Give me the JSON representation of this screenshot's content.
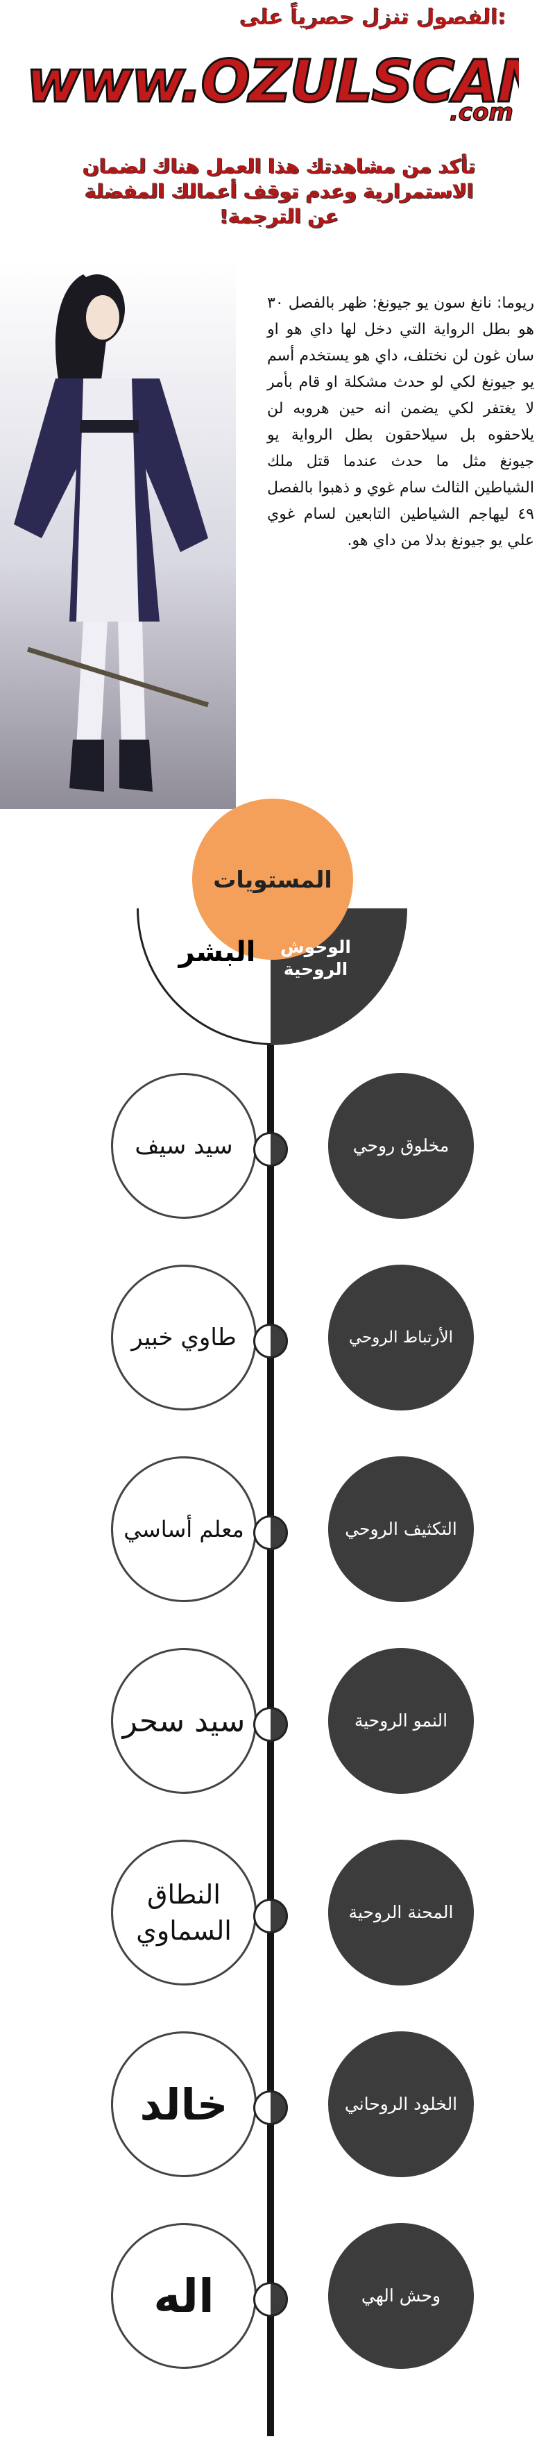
{
  "header": {
    "top_line": "الفصول تنزل حصرياً على:",
    "logo_text": "www.OZULSCANS.com",
    "note_lines": [
      "تأكد من مشاهدتك هذا العمل هناك لضمان",
      "الاستمرارية وعدم توقف أعمالك المفضلة",
      "عن الترجمة!"
    ]
  },
  "intro": {
    "paragraph": "ريوما: نانغ سون يو جيونغ: ظهر بالفصل ٣٠ هو بطل الرواية التي دخل لها داي هو او سان غون لن نختلف، داي هو يستخدم أسم يو جيونغ لكي لو حدث مشكلة او قام بأمر لا يغتفر لكي يضمن انه حين هروبه لن يلاحقوه بل سيلاحقون بطل الرواية يو جيونغ مثل ما حدث عندما قتل ملك الشياطين الثالث سام غوي و ذهبوا بالفصل ٤٩ ليهاجم الشياطين التابعين لسام غوي علي يو جيونغ بدلا من داي هو."
  },
  "levels": {
    "title": "المستويات",
    "human_header": "البشر",
    "beast_header": "الوحوش الروحية",
    "rows": [
      {
        "human": "سيد سيف",
        "beast": "مخلوق روحي"
      },
      {
        "human": "طاوي خبير",
        "beast": "الأرتباط الروحي"
      },
      {
        "human": "معلم أساسي",
        "beast": "التكثيف الروحي"
      },
      {
        "human": "سيد سحر",
        "beast": "النمو الروحية"
      },
      {
        "human": "النطاق السماوي",
        "beast": "المحنة الروحية"
      },
      {
        "human": "خالد",
        "beast": "الخلود الروحاني"
      },
      {
        "human": "اله",
        "beast": "وحش الهي"
      }
    ]
  },
  "colors": {
    "brand_red": "#b51717",
    "title_orange": "#f4a05a",
    "beast_dark": "#3c3c3c",
    "line_black": "#151515"
  }
}
